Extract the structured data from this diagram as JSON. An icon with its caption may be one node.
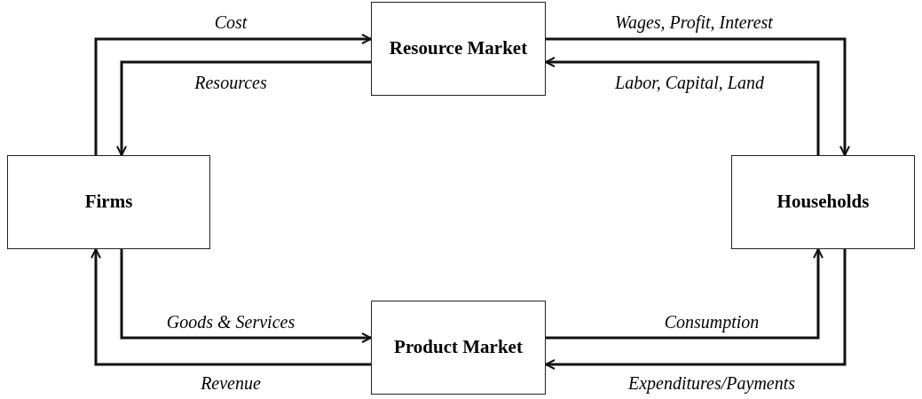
{
  "diagram": {
    "nodes": [
      {
        "text": [
          "Resource Market"
        ]
      },
      {
        "text": [
          "Firms"
        ]
      },
      {
        "text": [
          "Households"
        ]
      },
      {
        "text": [
          "Product Market"
        ]
      }
    ],
    "edges": [
      {
        "from": 1,
        "to": 0,
        "arrow": "to",
        "label": "Cost"
      },
      {
        "from": 0,
        "to": 1,
        "arrow": "to",
        "label": "Resources"
      },
      {
        "from": 0,
        "to": 2,
        "arrow": "to",
        "label": "Wages, Profit, Interest"
      },
      {
        "from": 2,
        "to": 0,
        "arrow": "to",
        "label": "Labor, Capital, Land"
      },
      {
        "from": 1,
        "to": 3,
        "arrow": "to",
        "label": "Goods & Services"
      },
      {
        "from": 3,
        "to": 1,
        "arrow": "to",
        "label": "Revenue"
      },
      {
        "from": 3,
        "to": 2,
        "arrow": "to",
        "label": "Consumption"
      },
      {
        "from": 2,
        "to": 3,
        "arrow": "to",
        "label": "Expenditures/Payments"
      }
    ]
  }
}
